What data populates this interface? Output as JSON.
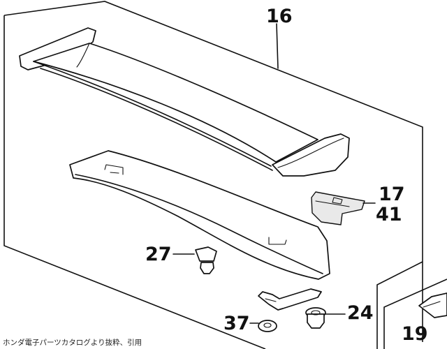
{
  "parts": [
    {
      "id": "16",
      "label": "16"
    },
    {
      "id": "17",
      "label": "17"
    },
    {
      "id": "41",
      "label": "41"
    },
    {
      "id": "27",
      "label": "27"
    },
    {
      "id": "24",
      "label": "24"
    },
    {
      "id": "37",
      "label": "37"
    },
    {
      "id": "19",
      "label": "19"
    }
  ],
  "caption": "ホンダ電子パーツカタログより抜粋、引用"
}
